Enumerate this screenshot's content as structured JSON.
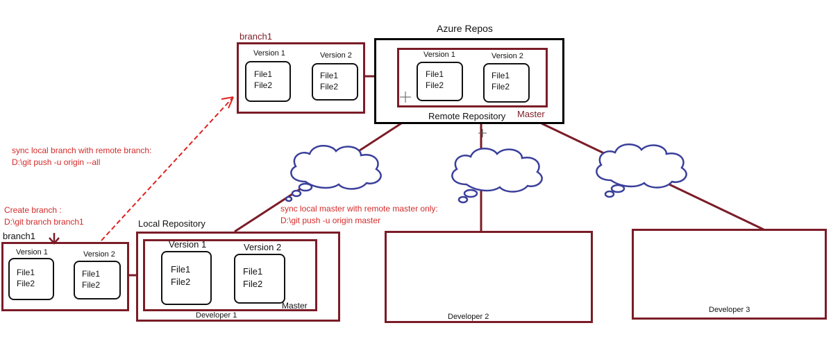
{
  "remote": {
    "top_label": "Azure Repos",
    "label": "Remote Repository",
    "master_label": "Master",
    "version1": {
      "title": "Version 1",
      "files": [
        "File1",
        "File2"
      ]
    },
    "version2": {
      "title": "Version 2",
      "files": [
        "File1",
        "File2"
      ]
    }
  },
  "remote_branch": {
    "label": "branch1",
    "version1": {
      "title": "Version 1",
      "files": [
        "File1",
        "File2"
      ]
    },
    "version2": {
      "title": "Version 2",
      "files": [
        "File1",
        "File2"
      ]
    }
  },
  "local": {
    "label": "Local Repository",
    "master_label": "Master",
    "developer": "Developer 1",
    "version1": {
      "title": "Version 1",
      "files": [
        "File1",
        "File2"
      ]
    },
    "version2": {
      "title": "Version 2",
      "files": [
        "File1",
        "File2"
      ]
    }
  },
  "local_branch": {
    "label": "branch1",
    "version1": {
      "title": "Version 1",
      "files": [
        "File1",
        "File2"
      ]
    },
    "version2": {
      "title": "Version 2",
      "files": [
        "File1",
        "File2"
      ]
    }
  },
  "developers": {
    "dev2": "Developer 2",
    "dev3": "Developer 3"
  },
  "notes": {
    "sync_branch_line1": "sync local branch with remote branch:",
    "sync_branch_line2": "D:\\git push -u origin --all",
    "create_branch_line1": "Create branch :",
    "create_branch_line2": "D:\\git branch branch1",
    "sync_master_line1": "sync local master with remote master only:",
    "sync_master_line2": "D:\\git push -u origin master"
  },
  "colors": {
    "maroon": "#7b1c27",
    "annotation_red": "#d42a2a",
    "cloud_blue": "#3a3f9a"
  }
}
